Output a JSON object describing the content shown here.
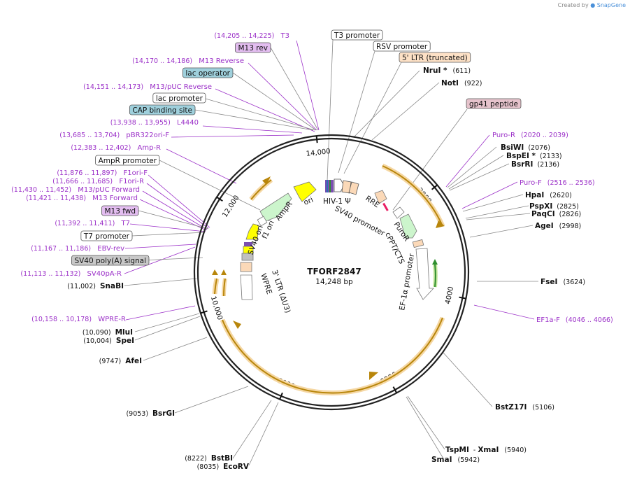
{
  "credit": {
    "prefix": "Created by",
    "brand": "SnapGene"
  },
  "plasmid": {
    "name": "TFORF2847",
    "size": "14,248 bp"
  },
  "ruler": [
    "14,000",
    "2000",
    "4000",
    "6000",
    "8000",
    "10,000",
    "12,000"
  ],
  "left_primers": [
    {
      "pos": "(14,205 .. 14,225)",
      "name": "T3"
    },
    {
      "pos": "(14,170 .. 14,186)",
      "name": "M13 Reverse"
    },
    {
      "pos": "(14,151 .. 14,173)",
      "name": "M13/pUC Reverse"
    },
    {
      "pos": "(13,938 .. 13,955)",
      "name": "L4440"
    },
    {
      "pos": "(13,685 .. 13,704)",
      "name": "pBR322ori-F"
    },
    {
      "pos": "(12,383 .. 12,402)",
      "name": "Amp-R"
    },
    {
      "pos": "(11,876 .. 11,897)",
      "name": "F1ori-F"
    },
    {
      "pos": "(11,666 .. 11,685)",
      "name": "F1ori-R"
    },
    {
      "pos": "(11,430 .. 11,452)",
      "name": "M13/pUC Forward"
    },
    {
      "pos": "(11,421 .. 11,438)",
      "name": "M13 Forward"
    },
    {
      "pos": "(11,392 .. 11,411)",
      "name": "T7"
    },
    {
      "pos": "(11,167 .. 11,186)",
      "name": "EBV-rev"
    },
    {
      "pos": "(11,113 .. 11,132)",
      "name": "SV40pA-R"
    },
    {
      "pos": "(10,158 .. 10,178)",
      "name": "WPRE-R"
    }
  ],
  "left_boxes": [
    {
      "label": "M13 rev",
      "color": "#e3bdf0"
    },
    {
      "label": "lac operator",
      "color": "#9fd0dc"
    },
    {
      "label": "lac promoter",
      "color": "#ffffff"
    },
    {
      "label": "CAP binding site",
      "color": "#9fd0dc"
    },
    {
      "label": "AmpR promoter",
      "color": "#ffffff"
    },
    {
      "label": "M13 fwd",
      "color": "#e3bdf0"
    },
    {
      "label": "T7 promoter",
      "color": "#ffffff"
    },
    {
      "label": "SV40 poly(A) signal",
      "color": "#c8c8c8"
    }
  ],
  "left_sites": [
    {
      "pos": "(11,002)",
      "name": "SnaBI"
    },
    {
      "pos": "(10,090)",
      "name": "MluI"
    },
    {
      "pos": "(10,004)",
      "name": "SpeI"
    },
    {
      "pos": "(9747)",
      "name": "AfeI"
    },
    {
      "pos": "(9053)",
      "name": "BsrGI"
    },
    {
      "pos": "(8222)",
      "name": "BstBI"
    },
    {
      "pos": "(8035)",
      "name": "EcoRV"
    }
  ],
  "top_boxes": [
    {
      "label": "T3 promoter",
      "color": "#ffffff"
    },
    {
      "label": "RSV promoter",
      "color": "#ffffff"
    },
    {
      "label": "5' LTR (truncated)",
      "color": "#fde1c6"
    },
    {
      "label": "gp41 peptide",
      "color": "#e6c3cc"
    }
  ],
  "right_sites": [
    {
      "name": "NruI *",
      "pos": "(611)"
    },
    {
      "name": "NotI",
      "pos": "(922)"
    },
    {
      "name": "BsiWI",
      "pos": "(2076)"
    },
    {
      "name": "BspEI *",
      "pos": "(2133)"
    },
    {
      "name": "BsrRI",
      "pos": "(2136)"
    },
    {
      "name": "HpaI",
      "pos": "(2620)"
    },
    {
      "name": "PspXI",
      "pos": "(2825)"
    },
    {
      "name": "PaqCI",
      "pos": "(2826)"
    },
    {
      "name": "AgeI",
      "pos": "(2998)"
    },
    {
      "name": "FseI",
      "pos": "(3624)"
    },
    {
      "name": "BstZ17I",
      "pos": "(5106)"
    },
    {
      "name": "SmaI",
      "pos": "(5942)"
    }
  ],
  "right_primers": [
    {
      "name": "Puro-R",
      "pos": "(2020 .. 2039)"
    },
    {
      "name": "Puro-F",
      "pos": "(2516 .. 2536)"
    },
    {
      "name": "EF1a-F",
      "pos": "(4046 .. 4066)"
    }
  ],
  "tspmi": {
    "name": "TspMI",
    "sep": "-",
    "name2": "XmaI",
    "pos": "(5940)"
  },
  "features": [
    "HIV-1 Ψ",
    "ori",
    "AmpR",
    "f1 ori",
    "SV40 ori",
    "RRE",
    "SV40 promoter",
    "PuroR",
    "cPPT/CTS",
    "EF-1α promoter",
    "3' LTR (ΔU3)",
    "WPRE"
  ]
}
